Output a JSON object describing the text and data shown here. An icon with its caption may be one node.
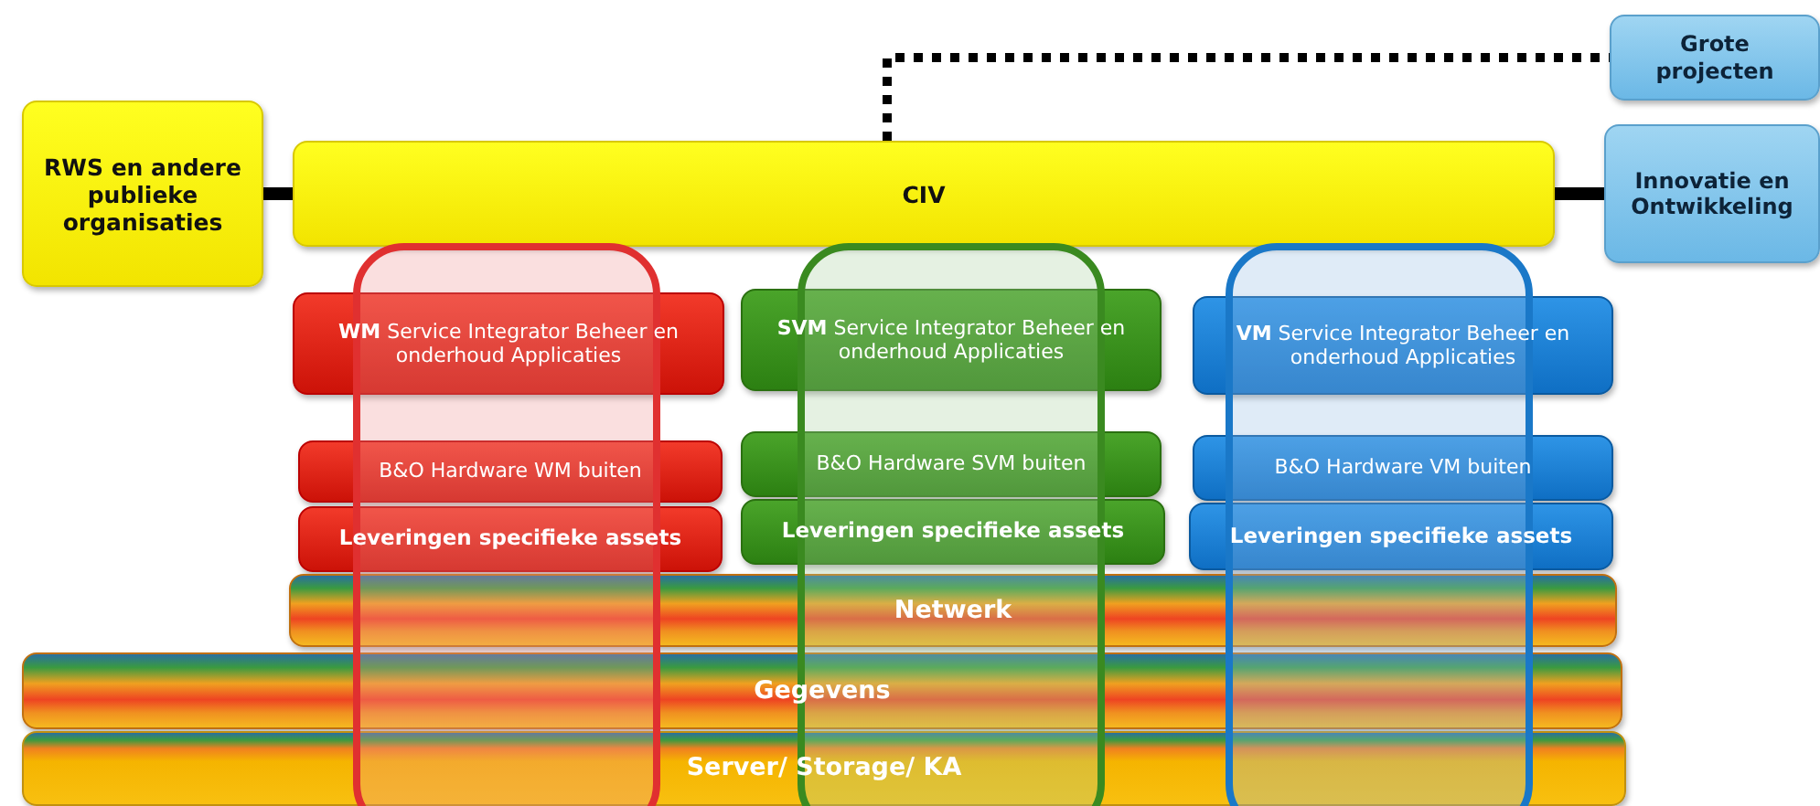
{
  "diagram": {
    "nodes": [
      {
        "text": [
          "RWS en andere publieke organisaties"
        ]
      },
      {
        "text": [
          "CIV"
        ]
      },
      {
        "text": [
          "Grote projecten"
        ]
      },
      {
        "text": [
          "Innovatie en Ontwikkeling"
        ]
      },
      {
        "text": [
          "**WM** Service Integrator Beheer en onderhoud Applicaties"
        ]
      },
      {
        "text": [
          "**SVM** Service Integrator Beheer en onderhoud Applicaties"
        ]
      },
      {
        "text": [
          "**VM** Service Integrator Beheer en onderhoud Applicaties"
        ]
      },
      {
        "text": [
          "B&O Hardware WM buiten"
        ]
      },
      {
        "text": [
          "B&O Hardware SVM buiten"
        ]
      },
      {
        "text": [
          "B&O Hardware VM buiten"
        ]
      },
      {
        "text": [
          "Leveringen specifieke assets"
        ]
      },
      {
        "text": [
          "Leveringen specifieke assets"
        ]
      },
      {
        "text": [
          "Leveringen specifieke assets"
        ]
      },
      {
        "text": [
          "Netwerk"
        ]
      },
      {
        "text": [
          "Gegevens"
        ]
      },
      {
        "text": [
          "Server/ Storage/ KA"
        ]
      }
    ],
    "edges": [
      {
        "from": 0,
        "to": 1,
        "arrow": "none"
      },
      {
        "from": 1,
        "to": 3,
        "arrow": "none"
      },
      {
        "from": 1,
        "to": 2,
        "arrow": "none",
        "style": "dashed"
      }
    ]
  }
}
